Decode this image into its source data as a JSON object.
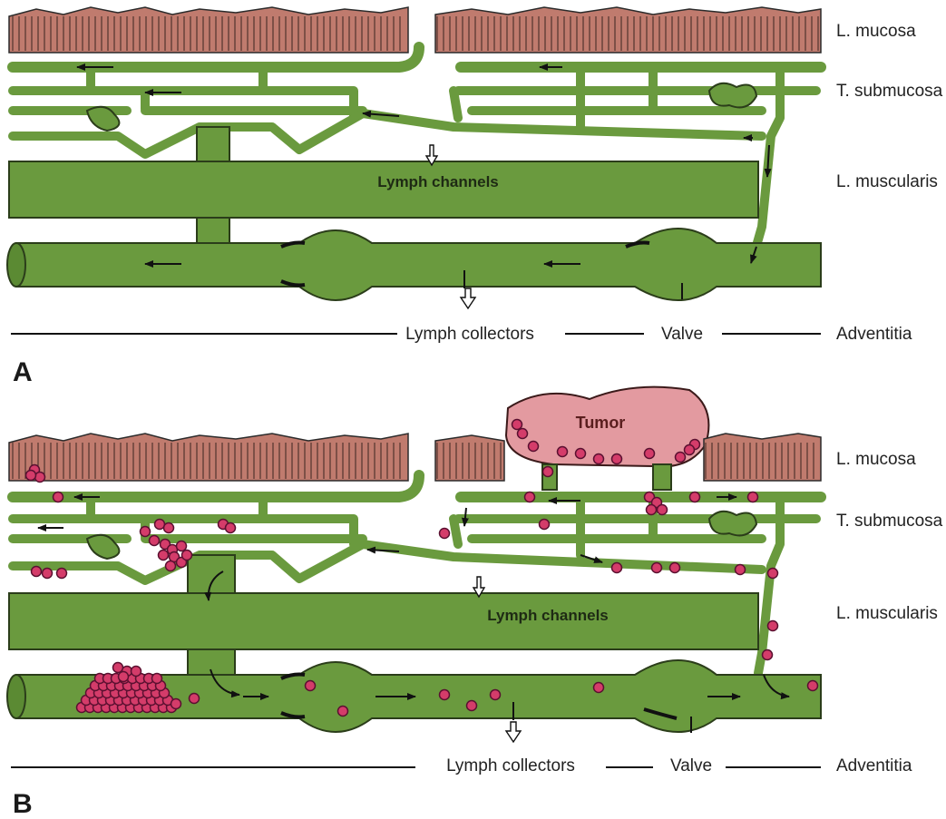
{
  "labels": {
    "mucosa": "L. mucosa",
    "submucosa": "T. submucosa",
    "muscularis": "L. muscularis",
    "adventitia": "Adventitia",
    "lymph_channels": "Lymph channels",
    "lymph_collectors": "Lymph collectors",
    "valve": "Valve",
    "tumor": "Tumor"
  },
  "panels": {
    "a": "A",
    "b": "B"
  },
  "colors": {
    "channel_green": "#6a9a3e",
    "outline": "#2b3d1a",
    "mucosa_brown": "#c07b6e",
    "tumor_pink": "#e39aa0",
    "tumor_cell": "#d43c6a"
  }
}
